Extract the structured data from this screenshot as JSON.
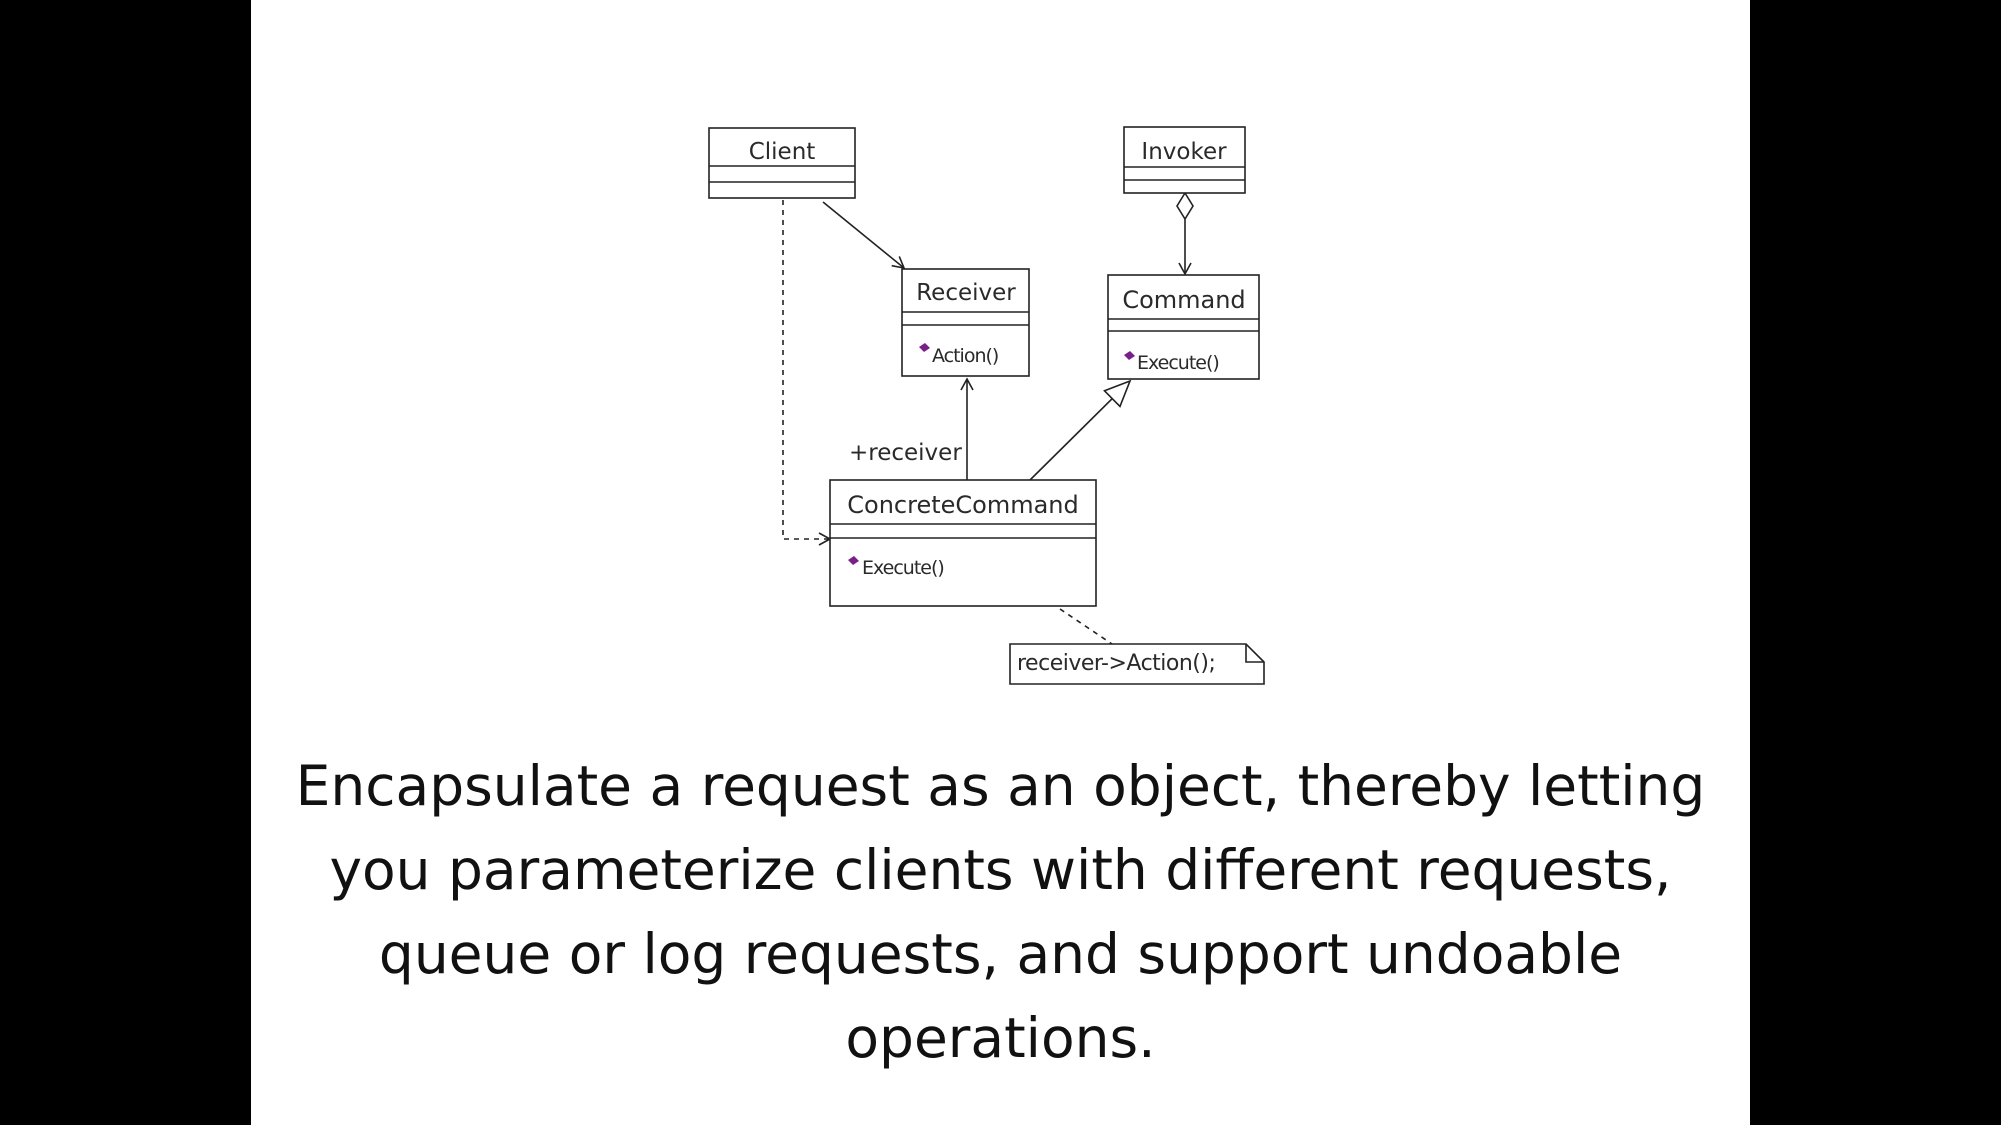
{
  "diagram": {
    "classes": {
      "client": {
        "name": "Client"
      },
      "invoker": {
        "name": "Invoker"
      },
      "receiver": {
        "name": "Receiver",
        "operation": "Action()"
      },
      "command": {
        "name": "Command",
        "operation": "Execute()"
      },
      "concrete_command": {
        "name": "ConcreteCommand",
        "operation": "Execute()"
      }
    },
    "role_label": "+receiver",
    "note": "receiver->Action();",
    "colors": {
      "operation_icon": "#7a1f8a",
      "line": "#222222",
      "box_fill": "#ffffff"
    }
  },
  "caption": "Encapsulate a request as an object, thereby letting you parameterize clients with different requests, queue or log requests, and support undoable operations."
}
